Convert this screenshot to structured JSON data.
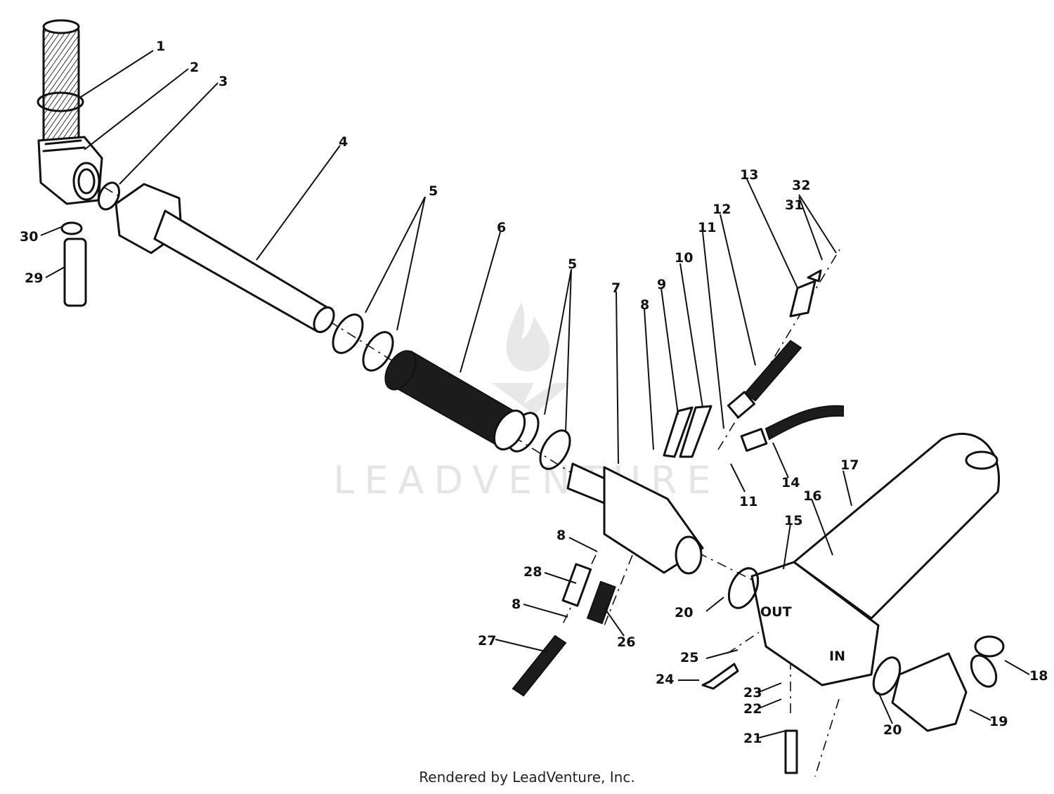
{
  "watermark": {
    "text": "LEADVENTURE"
  },
  "credit": {
    "text": "Rendered by LeadVenture, Inc."
  },
  "callouts": [
    "1",
    "2",
    "3",
    "4",
    "5",
    "6",
    "5",
    "7",
    "8",
    "9",
    "10",
    "11",
    "12",
    "13",
    "32",
    "31",
    "11",
    "14",
    "17",
    "16",
    "15",
    "8",
    "28",
    "8",
    "27",
    "26",
    "20",
    "25",
    "24",
    "23",
    "22",
    "21",
    "20",
    "19",
    "18",
    "29",
    "30"
  ],
  "panel_labels": {
    "out_port": "OUT",
    "in_port": "IN"
  }
}
